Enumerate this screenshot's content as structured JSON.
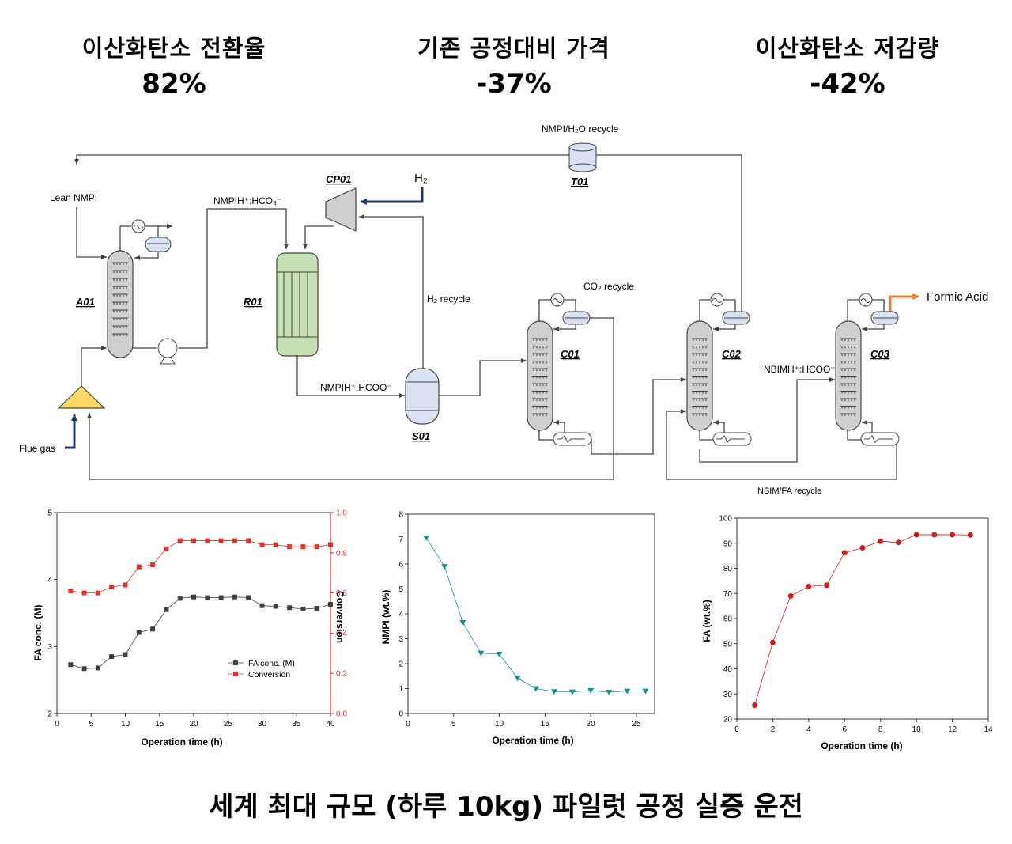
{
  "headline": [
    {
      "title": "이산화탄소 전환율",
      "value": "82%"
    },
    {
      "title": "기존 공정대비 가격",
      "value": "-37%"
    },
    {
      "title": "이산화탄소 저감량",
      "value": "-42%"
    }
  ],
  "process": {
    "units": {
      "a01": "A01",
      "r01": "R01",
      "cp01": "CP01",
      "t01": "T01",
      "s01": "S01",
      "c01": "C01",
      "c02": "C02",
      "c03": "C03"
    },
    "streams": {
      "lean_nmpi": "Lean NMPI",
      "flue_gas": "Flue gas",
      "nmpih_hco3": "NMPIH⁺:HCO₃⁻",
      "nmpih_hcoo": "NMPIH⁺:HCOO⁻",
      "h2": "H₂",
      "h2_recycle": "H₂ recycle",
      "nmpi_h2o_recycle": "NMPI/H₂O recycle",
      "co2_recycle": "CO₂ recycle",
      "nbimh_hcoo": "NBIMH⁺:HCOO⁻",
      "formic_acid": "Formic Acid",
      "nbim_fa_recycle": "NBIM/FA recycle"
    },
    "colors": {
      "reactor": "#c5e0b3",
      "separator": "#dae3f3",
      "flue": "#ffd966",
      "equipment": "#d0d0d0",
      "h2_line": "#203864",
      "product_line": "#ed7d31",
      "line": "#444444"
    }
  },
  "chart_data": [
    {
      "type": "line",
      "xlabel": "Operation time (h)",
      "ylabel": "FA conc. (M)",
      "y2label": "Conversion",
      "xlim": [
        0,
        40
      ],
      "xticks": [
        0,
        5,
        10,
        15,
        20,
        25,
        30,
        35,
        40
      ],
      "ylim": [
        2,
        5
      ],
      "yticks": [
        2,
        3,
        4,
        5
      ],
      "y2lim": [
        0,
        1
      ],
      "y2ticks": [
        "0.0",
        "0.2",
        "0.4",
        "0.6",
        "0.8",
        "1.0"
      ],
      "legend_position": "lower-right",
      "x": [
        2,
        4,
        6,
        8,
        10,
        12,
        14,
        16,
        18,
        20,
        22,
        24,
        26,
        28,
        30,
        32,
        34,
        36,
        38,
        40
      ],
      "series": [
        {
          "name": "FA conc. (M)",
          "axis": "left",
          "color": "#404040",
          "marker": "square",
          "values": [
            2.73,
            2.67,
            2.68,
            2.85,
            2.88,
            3.21,
            3.26,
            3.55,
            3.72,
            3.74,
            3.73,
            3.73,
            3.74,
            3.73,
            3.61,
            3.6,
            3.58,
            3.56,
            3.57,
            3.63
          ]
        },
        {
          "name": "Conversion",
          "axis": "right",
          "color": "#e03030",
          "marker": "square",
          "values": [
            0.61,
            0.6,
            0.6,
            0.63,
            0.64,
            0.73,
            0.74,
            0.82,
            0.86,
            0.86,
            0.86,
            0.86,
            0.86,
            0.86,
            0.84,
            0.84,
            0.83,
            0.83,
            0.83,
            0.84
          ]
        }
      ]
    },
    {
      "type": "line",
      "xlabel": "Operation time (h)",
      "ylabel": "NMPI (wt.%)",
      "xlim": [
        0,
        27
      ],
      "xticks": [
        0,
        5,
        10,
        15,
        20,
        25
      ],
      "ylim": [
        0,
        8
      ],
      "yticks": [
        0,
        1,
        2,
        3,
        4,
        5,
        6,
        7,
        8
      ],
      "x": [
        2,
        4,
        6,
        8,
        10,
        12,
        14,
        16,
        18,
        20,
        22,
        24,
        26
      ],
      "series": [
        {
          "color": "#1a9090",
          "marker": "triangle-down",
          "values": [
            7.05,
            5.9,
            3.65,
            2.42,
            2.38,
            1.42,
            1.0,
            0.88,
            0.87,
            0.92,
            0.86,
            0.9,
            0.9
          ]
        }
      ]
    },
    {
      "type": "line",
      "xlabel": "Operation time (h)",
      "ylabel": "FA (wt.%)",
      "xlim": [
        0,
        14
      ],
      "xticks": [
        0,
        2,
        4,
        6,
        8,
        10,
        12,
        14
      ],
      "ylim": [
        20,
        100
      ],
      "yticks": [
        20,
        30,
        40,
        50,
        60,
        70,
        80,
        90,
        100
      ],
      "x": [
        1,
        2,
        3,
        4,
        5,
        6,
        7,
        8,
        9,
        10,
        11,
        12,
        13
      ],
      "series": [
        {
          "color": "#d02020",
          "marker": "circle",
          "values": [
            25.5,
            50.5,
            69,
            72.8,
            73.3,
            86.2,
            88.2,
            90.8,
            90.3,
            93.4,
            93.4,
            93.4,
            93.3
          ]
        }
      ]
    }
  ],
  "footer": "세계 최대 규모 (하루 10kg) 파일럿 공정 실증 운전"
}
